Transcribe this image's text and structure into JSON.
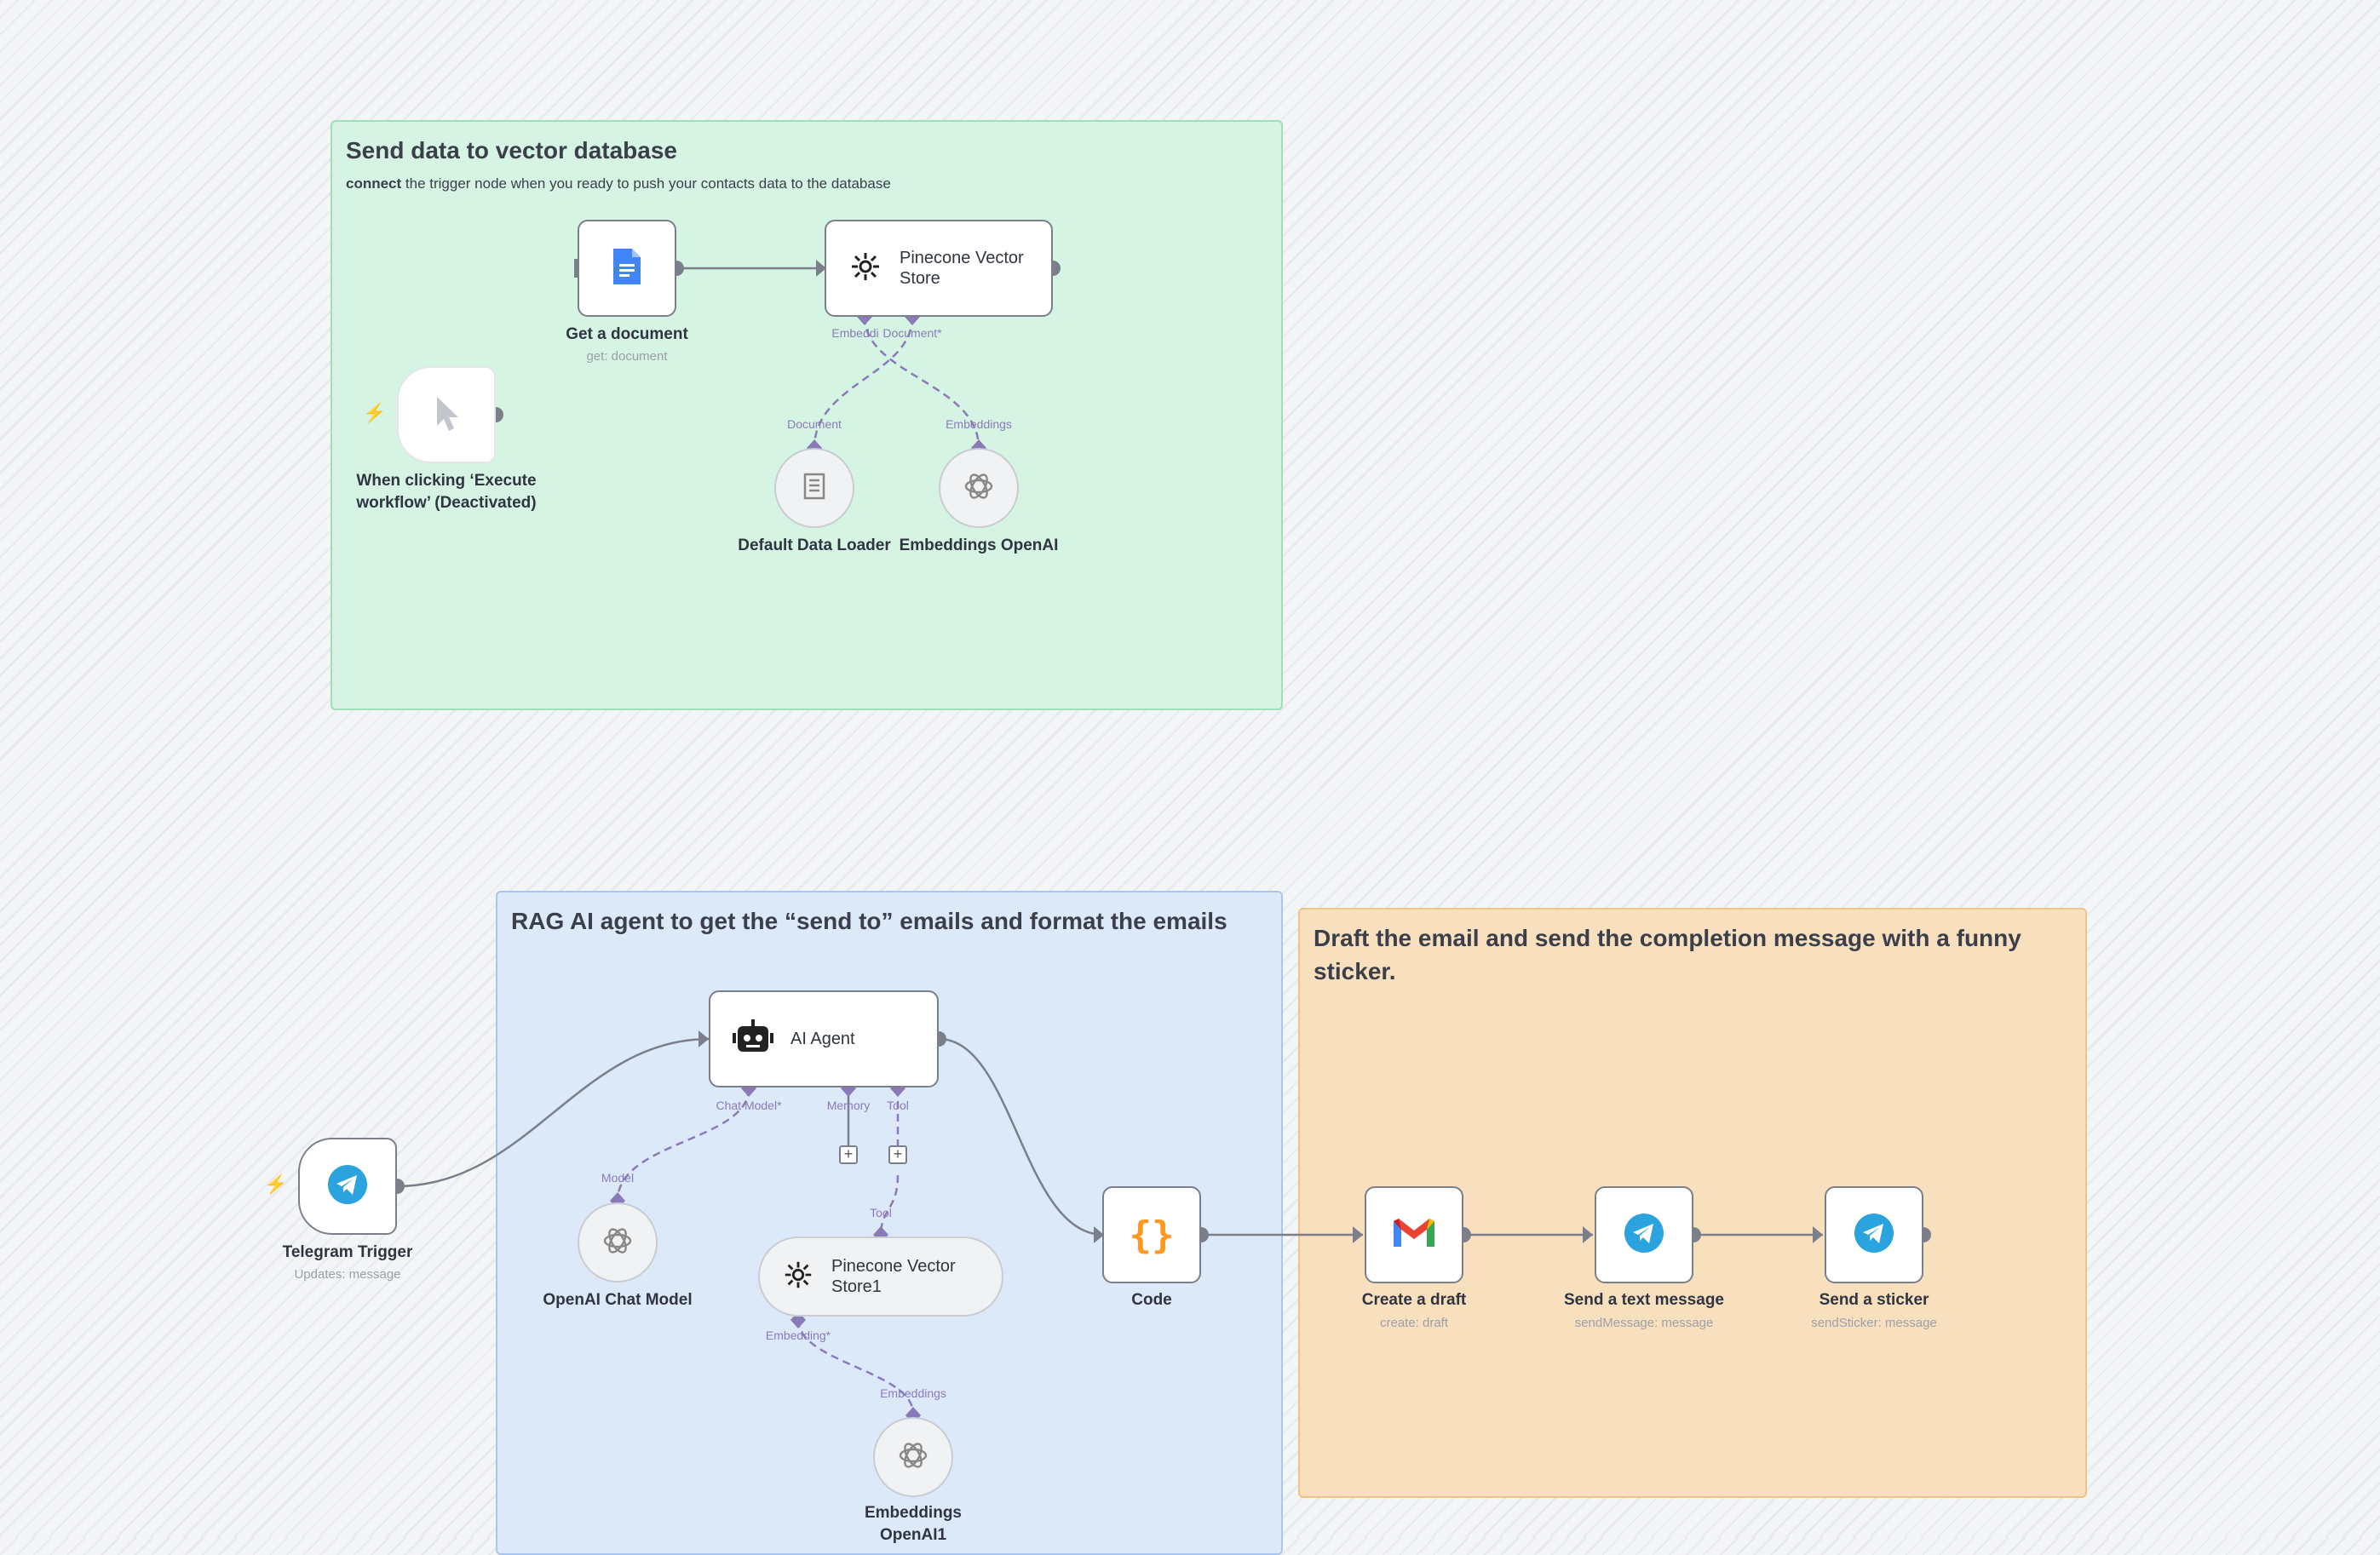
{
  "canvas": {
    "theme": "n8n-workflow-editor"
  },
  "notes": {
    "vector": {
      "title": "Send data to vector database",
      "desc_bold": "connect",
      "desc_rest": " the trigger node when you ready to push your contacts data to the database"
    },
    "rag": {
      "title": "RAG AI agent to get the “send to” emails and format the emails"
    },
    "draft": {
      "title": "Draft the email and send the completion message with a funny sticker."
    }
  },
  "nodes": {
    "get_document": {
      "label": "Get a document",
      "sub": "get: document",
      "icon": "google-docs-icon"
    },
    "pinecone": {
      "title": "Pinecone Vector Store",
      "icon": "pinecone-icon"
    },
    "manual_trigger": {
      "label": "When clicking ‘Execute workflow’ (Deactivated)",
      "icon": "cursor-icon"
    },
    "data_loader": {
      "label": "Default Data Loader",
      "icon": "document-icon"
    },
    "embeddings": {
      "label": "Embeddings OpenAI",
      "icon": "openai-icon"
    },
    "telegram_trigger": {
      "label": "Telegram Trigger",
      "sub": "Updates: message",
      "icon": "telegram-icon"
    },
    "ai_agent": {
      "title": "AI Agent",
      "icon": "robot-icon"
    },
    "chat_model": {
      "label": "OpenAI Chat Model",
      "icon": "openai-icon"
    },
    "pinecone1": {
      "title": "Pinecone Vector Store1",
      "icon": "pinecone-icon"
    },
    "embeddings1": {
      "label": "Embeddings OpenAI1",
      "icon": "openai-icon"
    },
    "code": {
      "label": "Code",
      "icon": "code-braces-icon"
    },
    "create_draft": {
      "label": "Create a draft",
      "sub": "create: draft",
      "icon": "gmail-icon"
    },
    "send_text": {
      "label": "Send a text message",
      "sub": "sendMessage: message",
      "icon": "telegram-icon"
    },
    "send_sticker": {
      "label": "Send a sticker",
      "sub": "sendSticker: message",
      "icon": "telegram-icon"
    }
  },
  "ports": {
    "pinecone_embedding": "Embeddi",
    "pinecone_document": "Document*",
    "loader_document": "Document",
    "emb_embeddings": "Embeddings",
    "agent_chat_model": "Chat Model*",
    "agent_memory": "Memory",
    "agent_tool": "Tool",
    "chat_model_model": "Model",
    "pinecone1_tool": "Tool",
    "pinecone1_embedding": "Embedding*",
    "emb1_embeddings": "Embeddings"
  },
  "colors": {
    "telegram": "#2aa3de",
    "code": "#ff9922",
    "port": "#8a7bb8",
    "wire": "#7a7f89",
    "trigger_bolt": "#ff6b5c"
  }
}
